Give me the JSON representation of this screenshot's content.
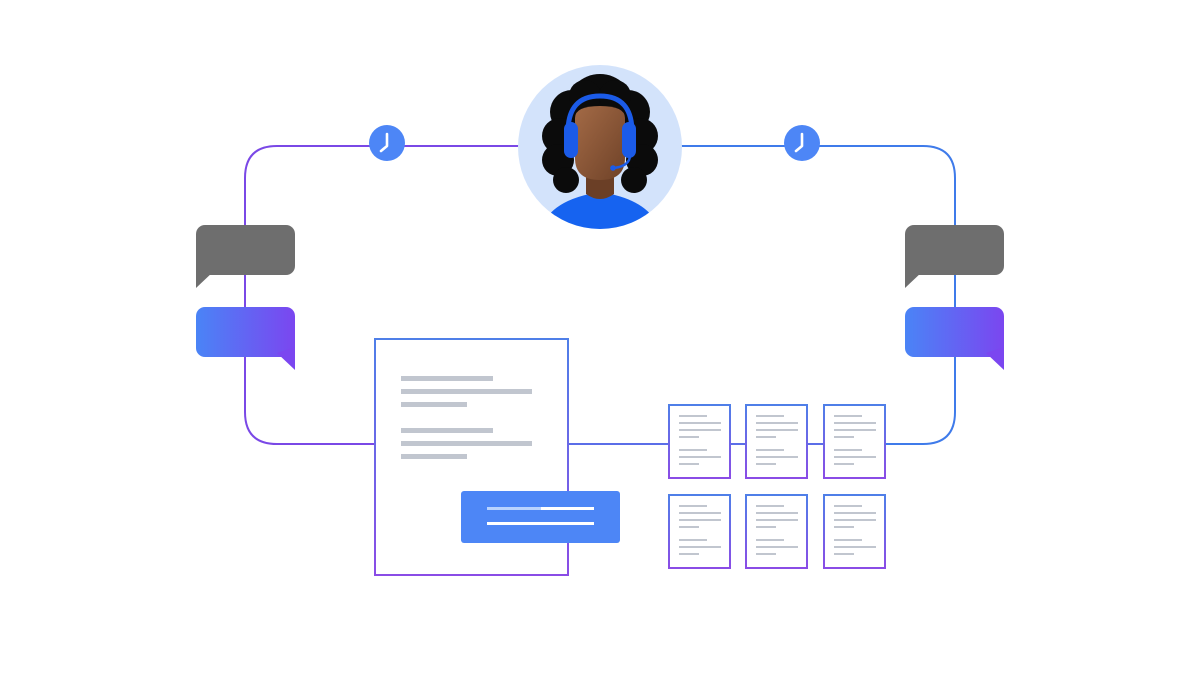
{
  "diagram": {
    "agent": {
      "icon": "headset-agent-avatar",
      "skin": "#8c5a3c",
      "hair": "#0b0b0b",
      "headset": "#1b5be8",
      "shirt": "#1663f0",
      "background": "#d3e3fb"
    },
    "clock_icons": [
      "clock-icon",
      "clock-icon"
    ],
    "chat_bubbles": [
      {
        "side": "left",
        "kind": "incoming",
        "color": "#6e6e6e"
      },
      {
        "side": "left",
        "kind": "outgoing",
        "colors": [
          "#4a84f6",
          "#7b46f0"
        ]
      },
      {
        "side": "right",
        "kind": "incoming",
        "color": "#6e6e6e"
      },
      {
        "side": "right",
        "kind": "outgoing",
        "colors": [
          "#4a84f6",
          "#7b46f0"
        ]
      }
    ],
    "main_document": {
      "text_line_groups": 2,
      "lines_per_group": 3
    },
    "highlight_card": {
      "color": "#4d86f6",
      "lines": 2
    },
    "small_documents": {
      "rows": 2,
      "columns": 3
    },
    "colors": {
      "line_left": "#7a48e6",
      "line_right": "#3f7bea",
      "doc_lines": "#c1c6cf",
      "clock": "#4d86f6"
    }
  }
}
